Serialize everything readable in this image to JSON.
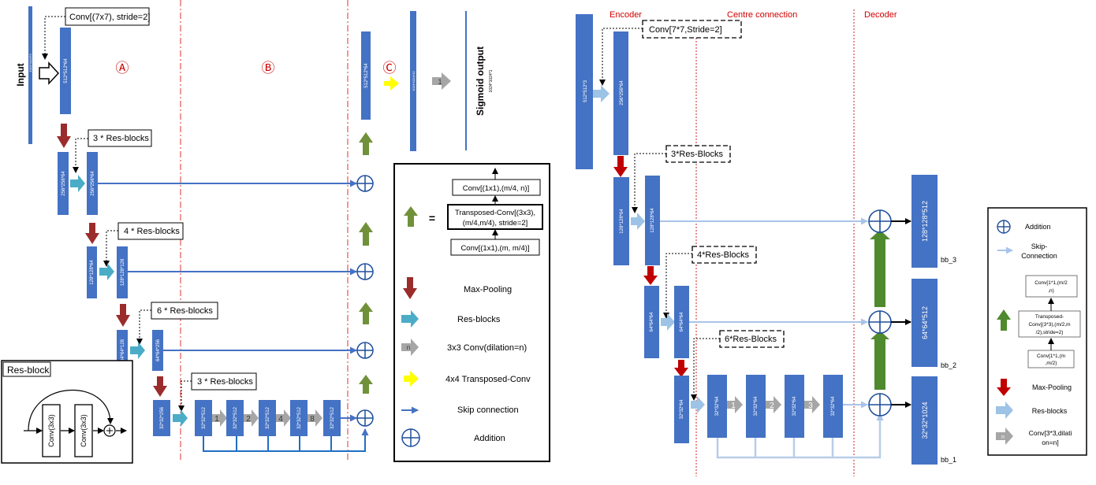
{
  "left": {
    "input_label": "Input",
    "input_dims": "1024*1024*3",
    "conv_note": "Conv[(7x7), stride=2]",
    "section_a": "Ⓐ",
    "section_b": "Ⓑ",
    "section_c": "Ⓒ",
    "res3_note": "3 * Res-blocks",
    "res4_note": "4 * Res-blocks",
    "res6_note": "6 * Res-blocks",
    "res3b_note": "3 * Res-blocks",
    "dims_512": "512*512*64",
    "dims_256a": "256*256*64",
    "dims_256b": "256*256*64",
    "dims_128a": "128*128*64",
    "dims_128b": "128*128*128",
    "dims_64a": "64*64*128",
    "dims_64b": "64*64*256",
    "dims_32a": "32*32*256",
    "dims_32b": "32*32*512",
    "dims_out512": "512*512*64",
    "dims_out1024": "1024*1024*32",
    "dil_labels": [
      "1",
      "2",
      "4",
      "8"
    ],
    "dil_dims": [
      "32*32*512",
      "32*32*512",
      "32*32*512",
      "32*32*512",
      "32*32*512"
    ],
    "output_dil": "1",
    "sigmoid_label": "Sigmoid output",
    "sigmoid_dims": "1024*1024*1",
    "resblock_title": "Res-block",
    "resblock_conv1": "Conv(3x3)",
    "resblock_conv2": "Conv(3x3)",
    "legend_conv_top": "Conv[(1x1),(m/4, n)]",
    "legend_transposed_1": "Transposed-Conv[(3x3),",
    "legend_transposed_2": "(m/4,m/4), stride=2]",
    "legend_conv_bottom": "Conv[(1x1),(m, m/4)]",
    "legend_equals": "=",
    "legend_maxpool": "Max-Pooling",
    "legend_resblocks": "Res-blocks",
    "legend_dil_icon": "n",
    "legend_dil": "3x3 Conv(dilation=n)",
    "legend_transconv": "4x4 Transposed-Conv",
    "legend_skip": "Skip connection",
    "legend_addition": "Addition"
  },
  "right": {
    "encoder": "Encoder",
    "centre": "Centre connection",
    "decoder": "Decoder",
    "conv_note": "Conv[7*7,Stride=2]",
    "res3_note": "3*Res-Blocks",
    "res4_note": "4*Res-Blocks",
    "res6_note": "6*Res-Blocks",
    "dims_input": "512*512*3",
    "dims_256": "256*256*64",
    "dims_128a": "128*128*64",
    "dims_128b": "128*128*64",
    "dims_64a": "64*64*64",
    "dims_64b": "64*64*64",
    "dims_32a": "32*32*64",
    "dims_32b": "32*32*64",
    "dims_32c": "32*32*64",
    "dims_32d": "32*32*64",
    "dims_32e": "32*32*64",
    "dil_labels": [
      "1",
      "2",
      "3"
    ],
    "dims_out1": "128*128*512",
    "dims_out2": "64*64*512",
    "dims_out3": "32*32*1024",
    "bb3": "bb_3",
    "bb2": "bb_2",
    "bb1": "bb_1",
    "legend_addition": "Addition",
    "legend_skip_1": "Skip-",
    "legend_skip_2": "Connection",
    "legend_conv_top_1": "Conv[1*1,(m/2",
    "legend_conv_top_2": ",n)",
    "legend_trans_1": "Transposed-",
    "legend_trans_2": "Conv[(3*3),(m/2,m",
    "legend_trans_3": "/2),stride=2)",
    "legend_conv_bot_1": "Conv[1*1,(m",
    "legend_conv_bot_2": ",m/2)",
    "legend_maxpool": "Max-Pooling",
    "legend_resblocks": "Res-blocks",
    "legend_dil_icon": "n",
    "legend_dil_1": "Conv[3*3,dilati",
    "legend_dil_2": "on=n]"
  },
  "colors": {
    "block": "#4472c4",
    "maxpool": "#9b2c2c",
    "resblock_left": "#4bacc6",
    "resblock_right": "#9dc3e6",
    "transconv_left": "#ffff00",
    "upsample": "#70913a",
    "skip_left": "#4472c4",
    "skip_right": "#a9c4e8",
    "dilation": "#a6a6a6",
    "section": "#e03030"
  }
}
